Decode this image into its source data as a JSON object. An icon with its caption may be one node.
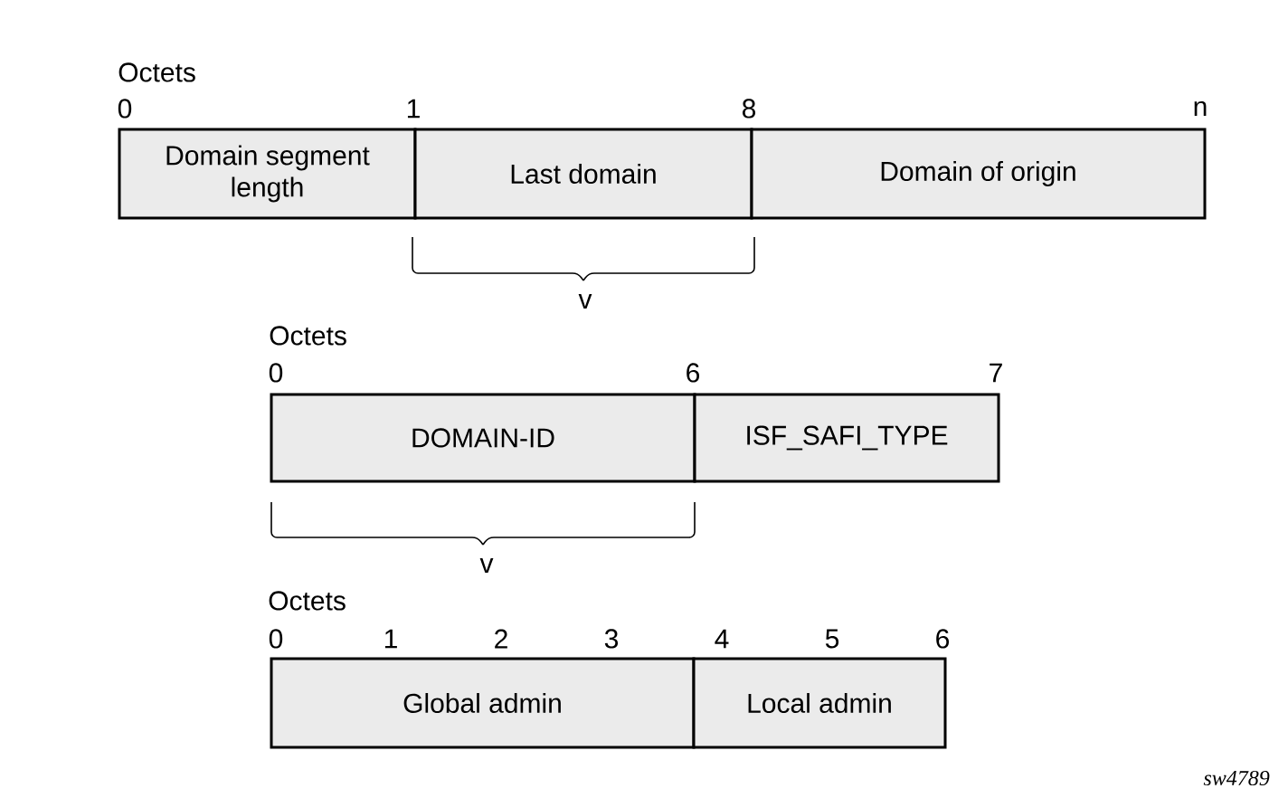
{
  "diagram": {
    "nodes": [
      {
        "text": [
          "Domain segment length"
        ]
      },
      {
        "text": [
          "Last domain"
        ]
      },
      {
        "text": [
          "Domain of origin"
        ]
      },
      {
        "text": [
          "DOMAIN-ID"
        ]
      },
      {
        "text": [
          "ISF_SAFI_TYPE"
        ]
      },
      {
        "text": [
          "Global admin"
        ]
      },
      {
        "text": [
          "Local admin"
        ]
      }
    ],
    "labels": [
      "Octets",
      "0",
      "1",
      "8",
      "n",
      "v",
      "Octets",
      "0",
      "6",
      "7",
      "v",
      "Octets",
      "0",
      "1",
      "2",
      "3",
      "4",
      "5",
      "6",
      "sw4789"
    ]
  }
}
